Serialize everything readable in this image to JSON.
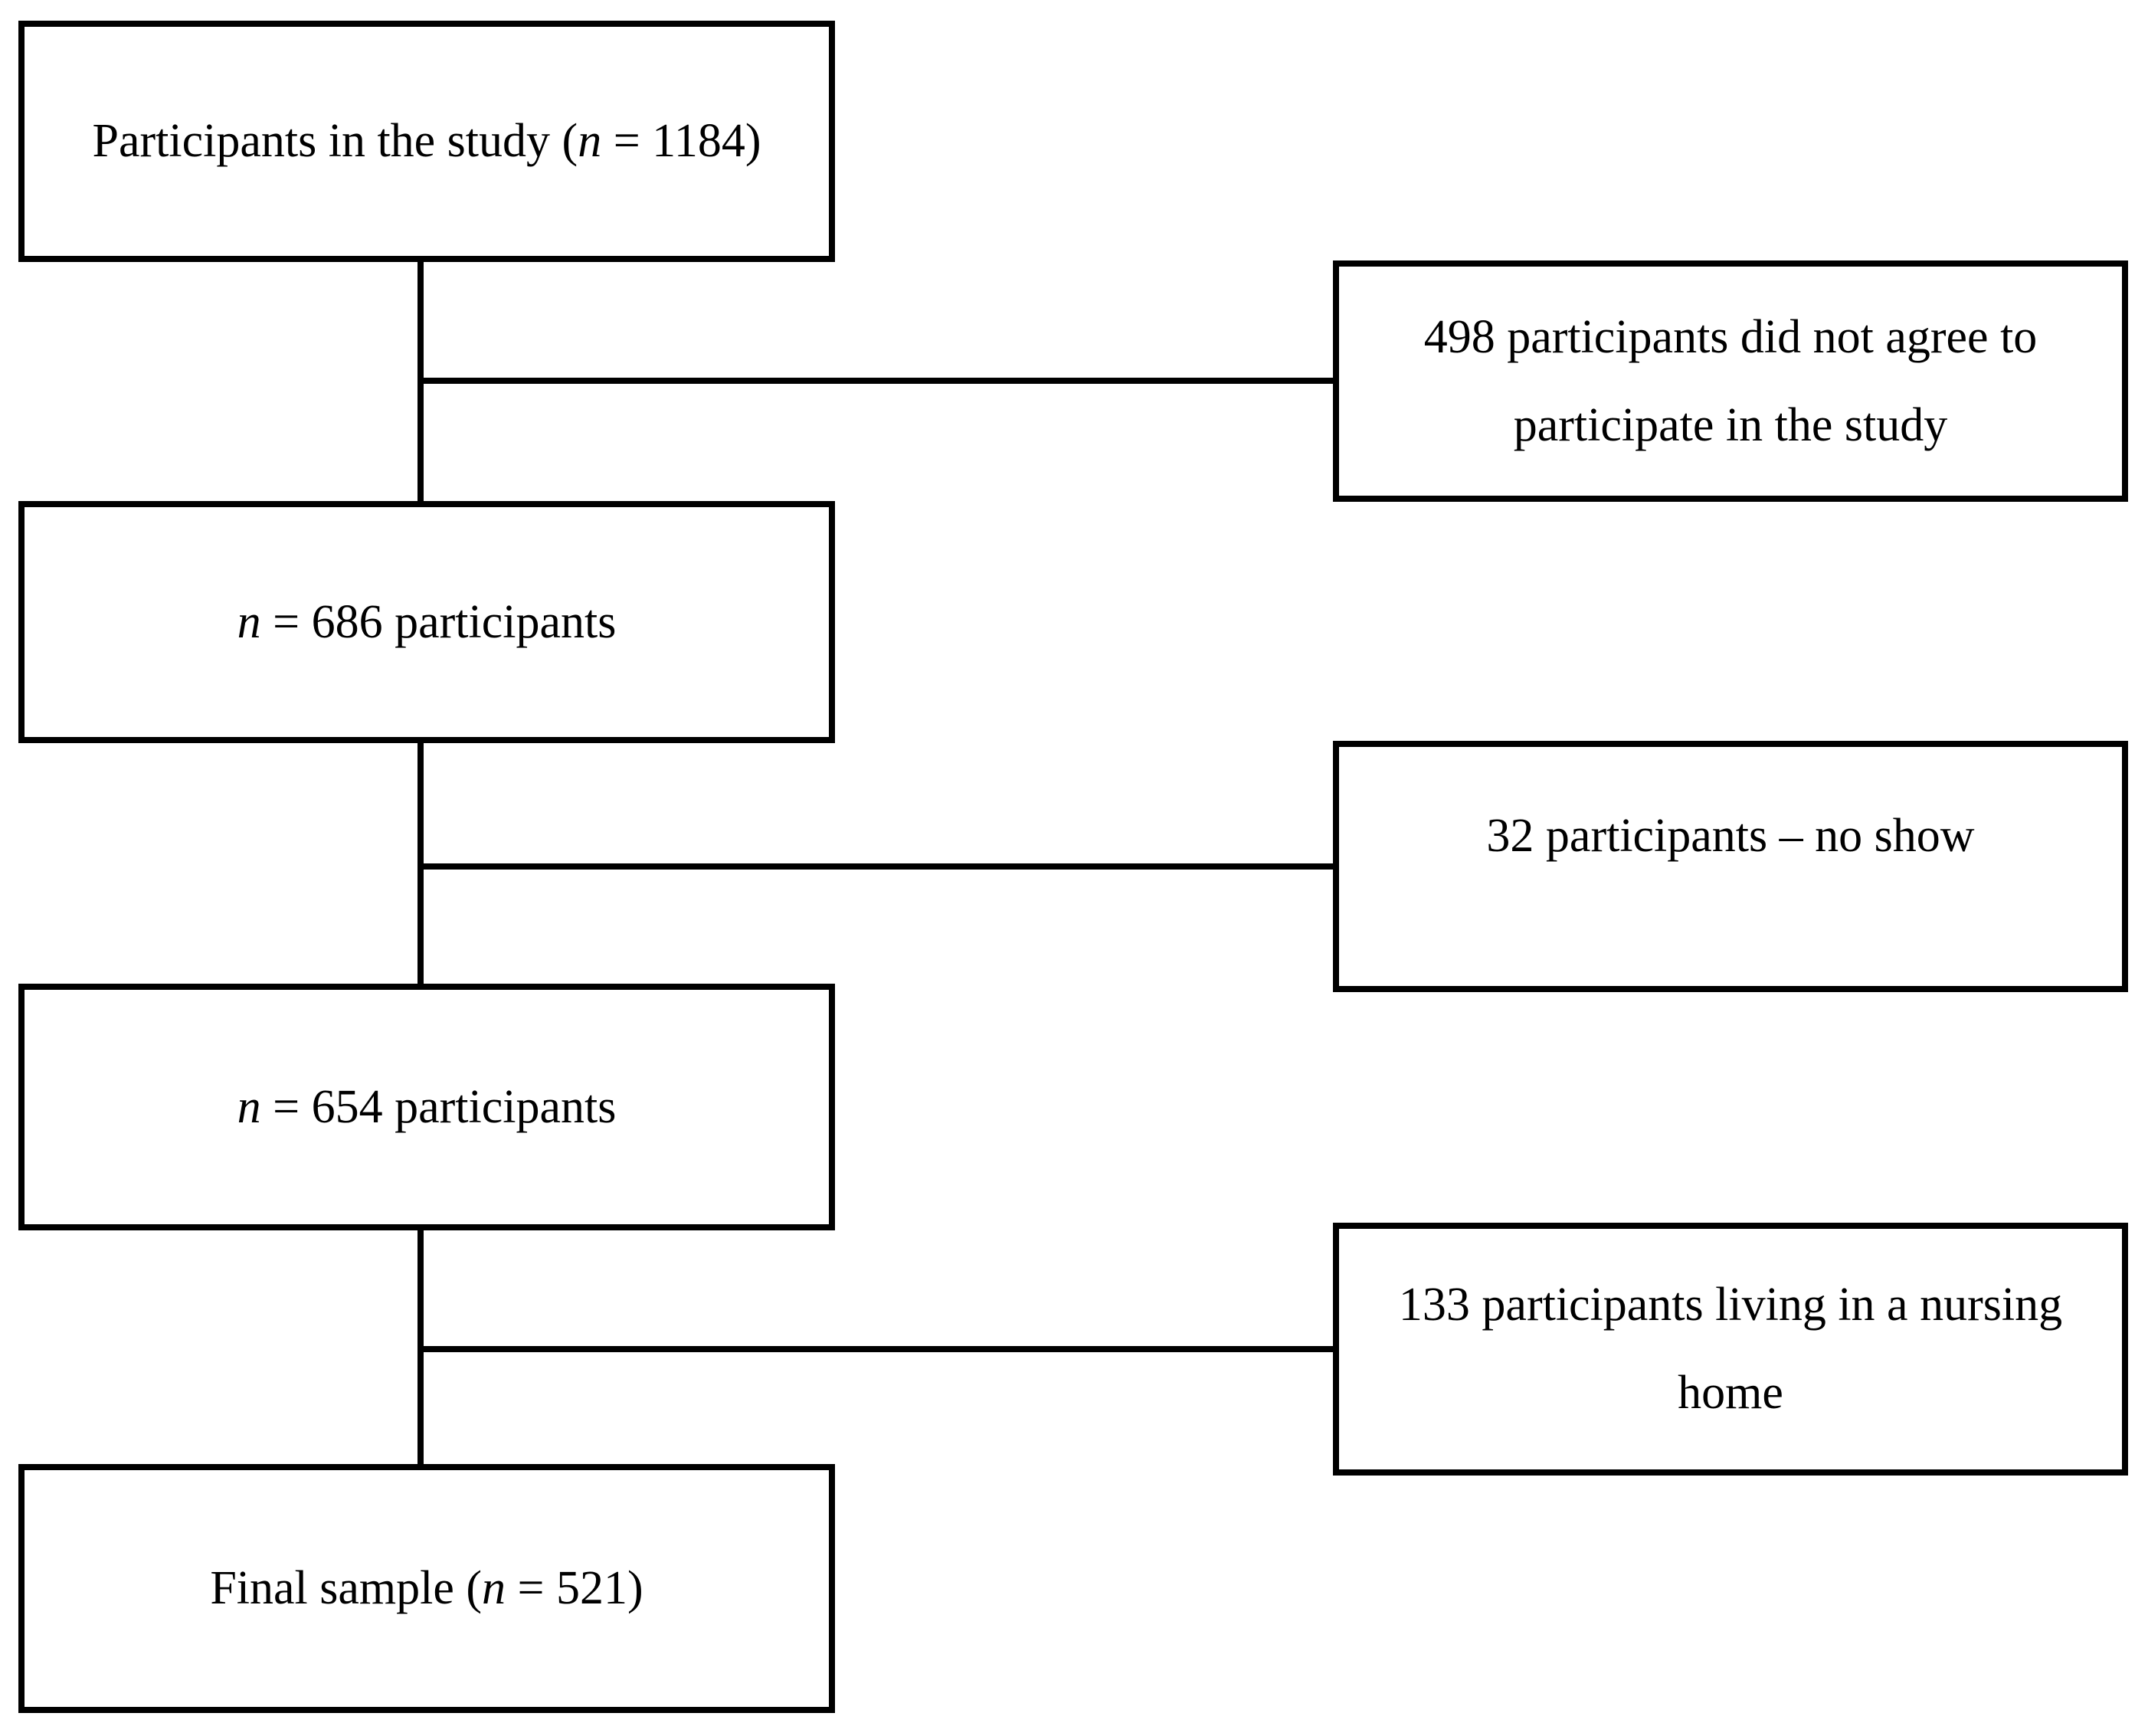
{
  "figure": {
    "background_color": "#ffffff",
    "line_color": "#000000",
    "text_color": "#000000"
  },
  "flow": {
    "main_boxes": [
      {
        "pre": "Participants in the study (",
        "var": "n",
        "post": " = 1184)",
        "n": 1184
      },
      {
        "pre": "",
        "var": "n",
        "post": " = 686 participants",
        "n": 686
      },
      {
        "pre": "",
        "var": "n",
        "post": " = 654 participants",
        "n": 654
      },
      {
        "pre": "Final sample (",
        "var": "n",
        "post": " = 521)",
        "n": 521
      }
    ],
    "exclusion_boxes": [
      {
        "count": 498,
        "lines": [
          "498 participants did not agree to",
          "participate in the study"
        ]
      },
      {
        "count": 32,
        "lines": [
          "32 participants – no show"
        ]
      },
      {
        "count": 133,
        "lines": [
          "133 participants living in a nursing",
          "home"
        ]
      }
    ]
  }
}
